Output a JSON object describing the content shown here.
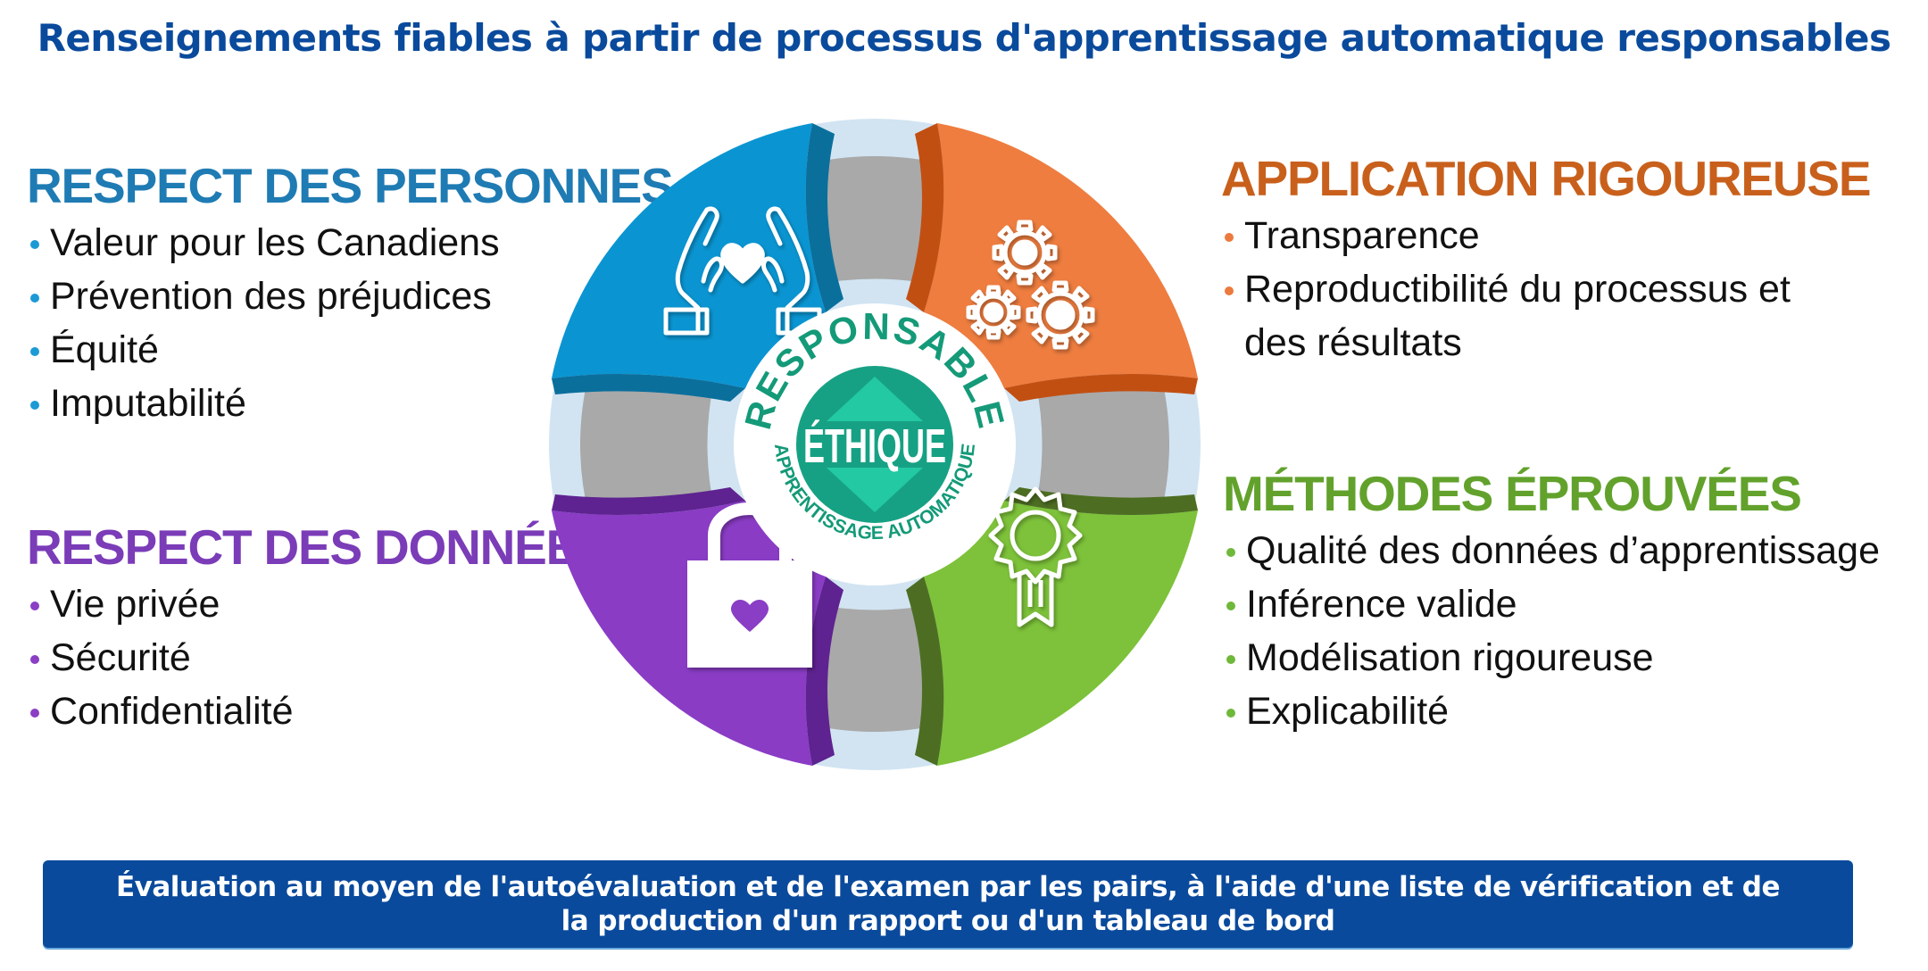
{
  "title": "Renseignements fiables à partir de processus d'apprentissage automatique responsables",
  "panels": {
    "top_left": {
      "heading": "RESPECT DES PERSONNES",
      "color": "#1f7bb3",
      "items": [
        "Valeur pour les Canadiens",
        "Prévention des préjudices",
        "Équité",
        "Imputabilité"
      ]
    },
    "bottom_left": {
      "heading": "RESPECT DES DONNÉES",
      "color": "#7b3cb8",
      "items": [
        "Vie privée",
        "Sécurité",
        "Confidentialité"
      ]
    },
    "top_right": {
      "heading": "APPLICATION RIGOUREUSE",
      "color": "#c8601c",
      "items": [
        "Transparence",
        "Reproductibilité du processus et des résultats"
      ]
    },
    "bottom_right": {
      "heading": "MÉTHODES ÉPROUVÉES",
      "color": "#62a22c",
      "items": [
        "Qualité des données d’apprentissage",
        "Inférence valide",
        "Modélisation rigoureuse",
        "Explicabilité"
      ]
    }
  },
  "wheel": {
    "segments": [
      {
        "name": "respect-des-personnes",
        "color": "#0a95d2",
        "shade": "#0b6f9c",
        "icon": "hands-heart-icon"
      },
      {
        "name": "application-rigoureuse",
        "color": "#ee7d3f",
        "shade": "#c24f12",
        "icon": "gears-icon"
      },
      {
        "name": "methodes-eprouvees",
        "color": "#7dc23a",
        "shade": "#4d6e22",
        "icon": "award-ribbon-icon"
      },
      {
        "name": "respect-des-donnees",
        "color": "#8a3cc5",
        "shade": "#5e2390",
        "icon": "padlock-heart-icon"
      }
    ],
    "connector_color": "#a9a9a9",
    "ring_color": "#d2e4f2",
    "center": {
      "outer_text": "RESPONSABLE",
      "inner_text": "ÉTHIQUE",
      "bottom_text": "APPRENTISSAGE AUTOMATIQUE",
      "text_color": "#149a78",
      "disc_color": "#17a184",
      "arrow_color": "#22c9a2"
    }
  },
  "footer": {
    "text": "Évaluation au moyen de l'autoévaluation et de l'examen par les pairs, à l'aide d'une liste de vérification et de la production d'un rapport ou d'un tableau de bord"
  }
}
